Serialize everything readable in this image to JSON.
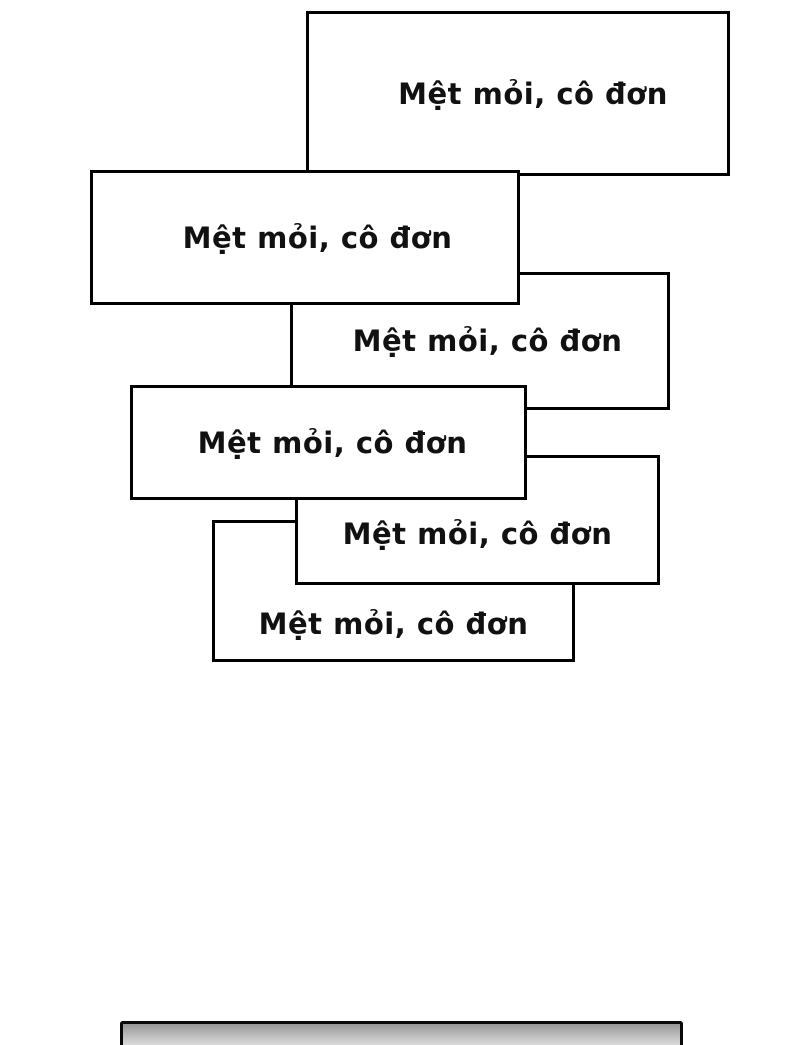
{
  "page": {
    "background_color": "#ffffff",
    "box_border_color": "#000000",
    "text_color": "#111111"
  },
  "captions": [
    {
      "text": "Mệt mỏi, cô đơn"
    },
    {
      "text": "Mệt mỏi, cô đơn"
    },
    {
      "text": "Mệt mỏi, cô đơn"
    },
    {
      "text": "Mệt mỏi, cô đơn"
    },
    {
      "text": "Mệt mỏi, cô đơn"
    },
    {
      "text": "Mệt mỏi, cô đơn"
    }
  ],
  "bottom_panel": {
    "description": "top edge of next comic panel",
    "gradient_top": "#979797",
    "gradient_bottom": "#ffffff",
    "border_color": "#0a0a0a"
  }
}
